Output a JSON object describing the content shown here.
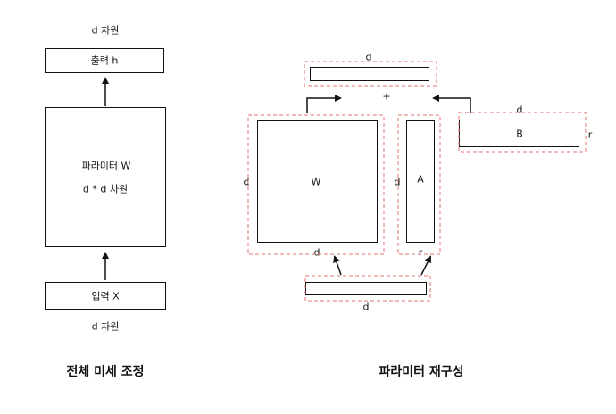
{
  "left": {
    "top_dim": "d 차원",
    "output_label": "출력 h",
    "param_label": "파라미터 W",
    "param_dim": "d * d 차원",
    "input_label": "입력 X",
    "bottom_dim": "d 차원",
    "caption": "전체 미세 조정"
  },
  "right": {
    "top_bar_dim": "d",
    "plus": "+",
    "w_label": "W",
    "w_left_dim": "d",
    "w_bottom_dim": "d",
    "a_label": "A",
    "a_left_dim": "d",
    "a_bottom_dim": "r",
    "b_label": "B",
    "b_top_dim": "d",
    "b_right_dim": "r",
    "input_bar_dim": "d",
    "caption": "파라미터 재구성"
  },
  "colors": {
    "stroke": "#111111",
    "dash": "#e57373"
  }
}
